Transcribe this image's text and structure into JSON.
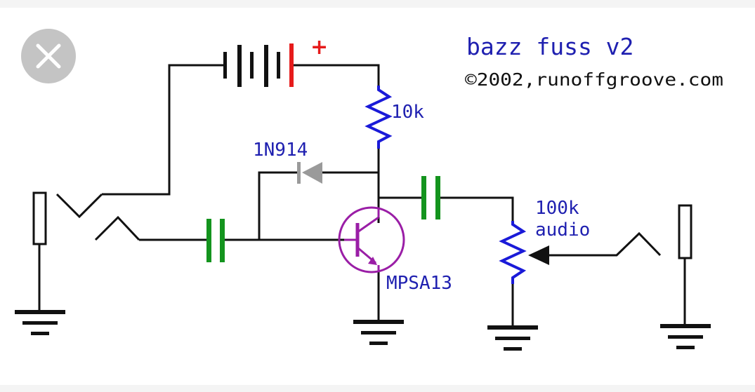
{
  "viewer": {
    "close_button": {
      "icon": "close-icon"
    }
  },
  "schematic": {
    "title": "bazz fuss v2",
    "copyright": "©2002,runoffgroove.com",
    "battery_polarity": "+",
    "resistor_label": "10k",
    "diode_label": "1N914",
    "pot_value_label": "100k",
    "pot_taper_label": "audio",
    "transistor_label": "MPSA13",
    "colors": {
      "wire": "#111111",
      "text": "#1f20b0",
      "resistor": "#1a1ad8",
      "capacitor": "#14941e",
      "transistor": "#9a1ea6",
      "battery_positive": "#e61b1b",
      "diode": "#9a9a9a",
      "close_button": "#c4c4c4"
    }
  }
}
